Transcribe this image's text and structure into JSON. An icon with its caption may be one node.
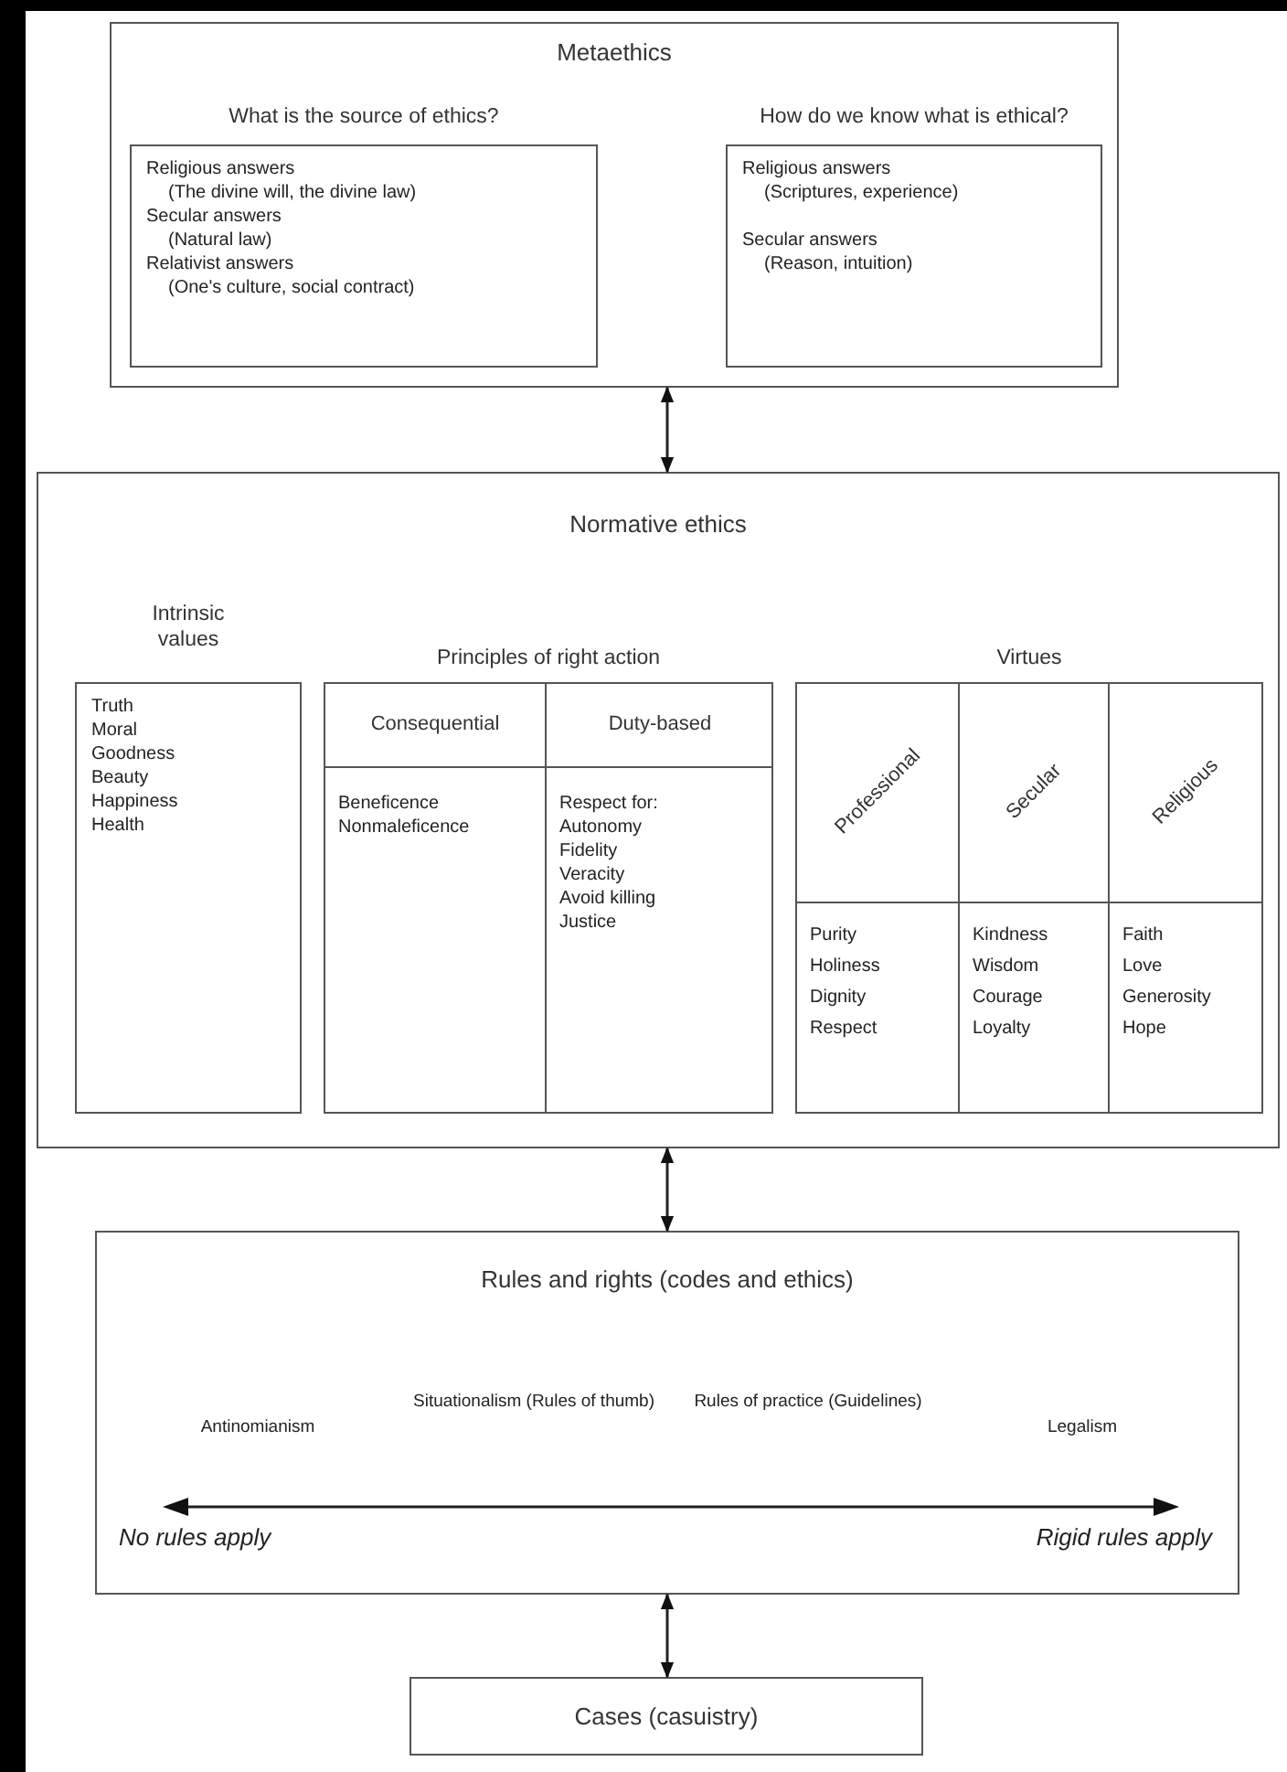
{
  "diagram": {
    "nodes": [
      {
        "text": [
          "Metaethics"
        ]
      },
      {
        "text": [
          "What is the source of ethics?",
          "Religious answers",
          "(The divine will, the divine law)",
          "Secular answers",
          "(Natural law)",
          "Relativist answers",
          "(One's culture, social contract)"
        ],
        "in": 0
      },
      {
        "text": [
          "How do we know what is ethical?",
          "Religious answers",
          "(Scriptures, experience)",
          "Secular answers",
          "(Reason, intuition)"
        ],
        "in": 0
      },
      {
        "text": [
          "Normative ethics"
        ]
      },
      {
        "text": [
          "Intrinsic values",
          "Truth",
          "Moral",
          "Goodness",
          "Beauty",
          "Happiness",
          "Health"
        ],
        "in": 3
      },
      {
        "text": [
          "Principles of right action"
        ],
        "in": 3
      },
      {
        "text": [
          "Consequential",
          "Beneficence",
          "Nonmaleficence"
        ],
        "in": 5
      },
      {
        "text": [
          "Duty-based",
          "Respect for:",
          "Autonomy",
          "Fidelity",
          "Veracity",
          "Avoid killing",
          "Justice"
        ],
        "in": 5
      },
      {
        "text": [
          "Virtues"
        ],
        "in": 3
      },
      {
        "text": [
          "Professional",
          "Purity",
          "Holiness",
          "Dignity",
          "Respect"
        ],
        "in": 8
      },
      {
        "text": [
          "Secular",
          "Kindness",
          "Wisdom",
          "Courage",
          "Loyalty"
        ],
        "in": 8
      },
      {
        "text": [
          "Religious",
          "Faith",
          "Love",
          "Generosity",
          "Hope"
        ],
        "in": 8
      },
      {
        "text": [
          "Rules and rights (codes and ethics)",
          "Antinomianism",
          "Situationalism (Rules of thumb)",
          "Rules of practice (Guidelines)",
          "Legalism",
          "No rules apply",
          "Rigid rules apply"
        ]
      },
      {
        "text": [
          "Cases (casuistry)"
        ]
      }
    ],
    "edges": [
      {
        "from": 0,
        "to": 3,
        "arrow": "both"
      },
      {
        "from": 3,
        "to": 12,
        "arrow": "both"
      },
      {
        "from": 12,
        "to": 13,
        "arrow": "both"
      }
    ]
  }
}
